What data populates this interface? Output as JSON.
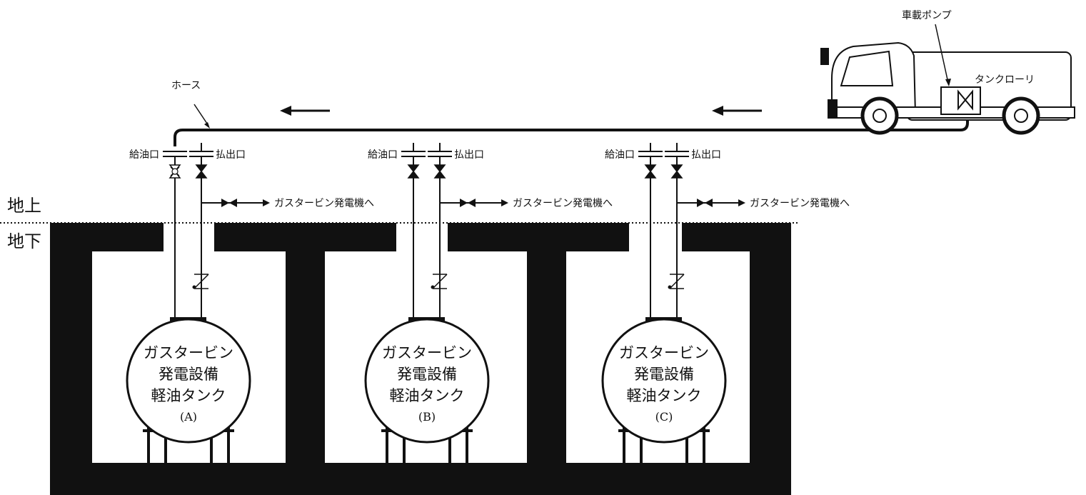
{
  "labels": {
    "hose": "ホース",
    "pump": "車載ポンプ",
    "tanker": "タンクローリ",
    "above_ground": "地上",
    "below_ground": "地下"
  },
  "units": [
    {
      "supply_port": "給油口",
      "discharge_port": "払出口",
      "to_generator": "ガスタービン発電機へ",
      "tank_line1": "ガスタービン",
      "tank_line2": "発電設備",
      "tank_line3": "軽油タンク",
      "tank_id": "(A)",
      "supply_valve_state": "open",
      "hose_connected": true
    },
    {
      "supply_port": "給油口",
      "discharge_port": "払出口",
      "to_generator": "ガスタービン発電機へ",
      "tank_line1": "ガスタービン",
      "tank_line2": "発電設備",
      "tank_line3": "軽油タンク",
      "tank_id": "(B)",
      "supply_valve_state": "closed",
      "hose_connected": false
    },
    {
      "supply_port": "給油口",
      "discharge_port": "払出口",
      "to_generator": "ガスタービン発電機へ",
      "tank_line1": "ガスタービン",
      "tank_line2": "発電設備",
      "tank_line3": "軽油タンク",
      "tank_id": "(C)",
      "supply_valve_state": "closed",
      "hose_connected": false
    }
  ],
  "flow_direction": "left",
  "colors": {
    "line": "#111111",
    "structure": "#111111",
    "background": "#ffffff"
  }
}
